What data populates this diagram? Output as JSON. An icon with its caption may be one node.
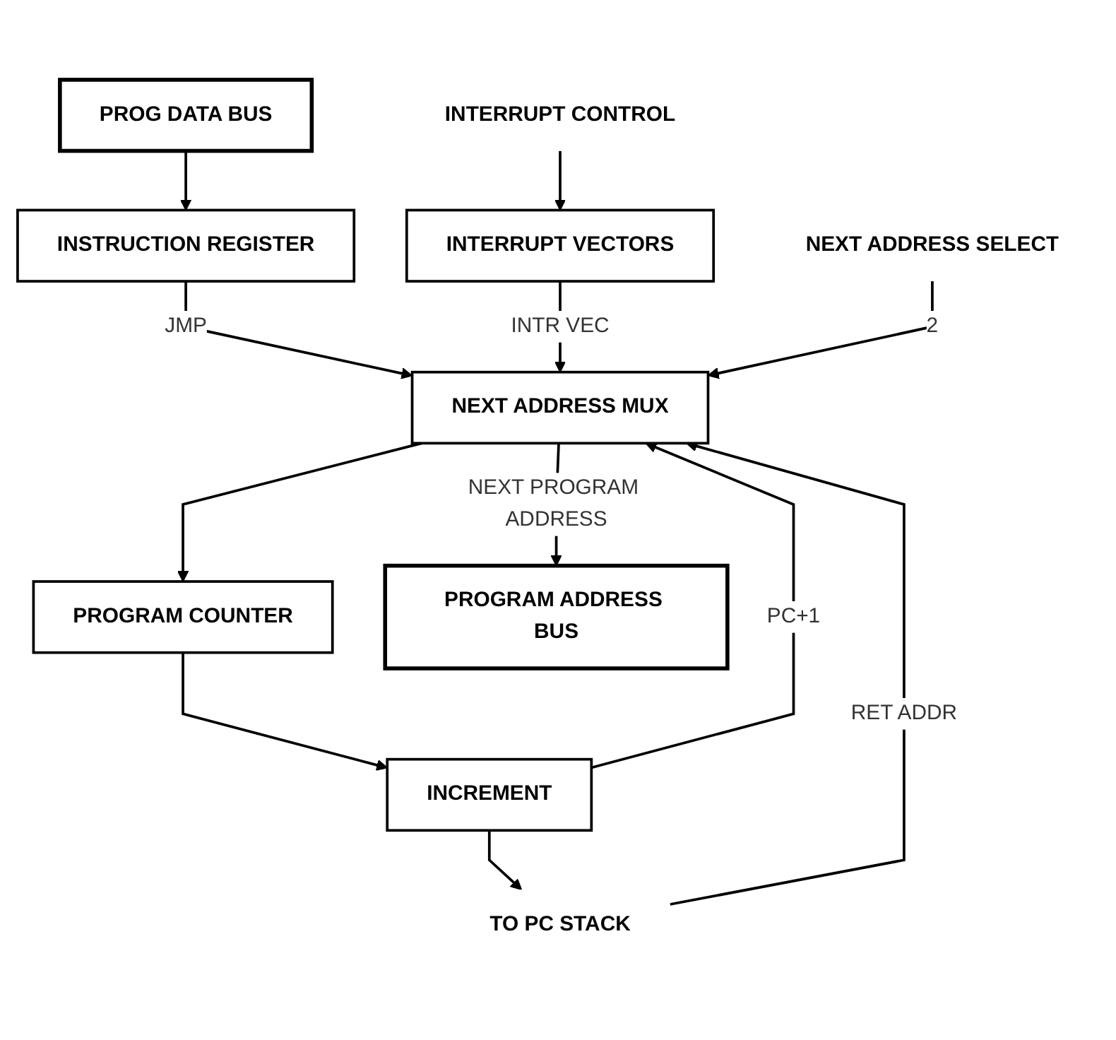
{
  "diagram": {
    "nodes": [
      {
        "text": [
          "PROG DATA BUS"
        ]
      },
      {
        "text": [
          "INSTRUCTION REGISTER"
        ]
      },
      {
        "text": [
          "PROGRAM COUNTER"
        ]
      },
      {
        "text": [
          "INCREMENT"
        ]
      },
      {
        "text": [
          "INTERRUPT CONTROL"
        ]
      },
      {
        "text": [
          "INTERRUPT VECTORS"
        ]
      },
      {
        "text": [
          "NEXT ADDRESS SELECT"
        ]
      },
      {
        "text": [
          "NEXT ADDRESS MUX"
        ]
      },
      {
        "text": [
          "TO PC STACK"
        ]
      },
      {
        "text": [
          "PROGRAM ADDRESS BUS"
        ]
      }
    ],
    "edges": [
      {
        "from": 0,
        "to": 1,
        "arrow": "to"
      },
      {
        "from": 1,
        "to": 7,
        "arrow": "to",
        "label": "JMP"
      },
      {
        "from": 2,
        "to": 3,
        "arrow": "to"
      },
      {
        "from": 3,
        "to": 7,
        "arrow": "to",
        "label": "PC+1"
      },
      {
        "from": 3,
        "to": 8,
        "arrow": "to"
      },
      {
        "from": 8,
        "to": 7,
        "arrow": "to",
        "label": "RET ADDR"
      },
      {
        "from": 4,
        "to": 5,
        "arrow": "to"
      },
      {
        "from": 5,
        "to": 7,
        "arrow": "to",
        "label": "INTR VEC"
      },
      {
        "from": 6,
        "to": 7,
        "arrow": "to",
        "label": "2"
      },
      {
        "from": 7,
        "to": 9,
        "arrow": "to",
        "label": "NEXT PROGRAM ADDRESS"
      },
      {
        "from": 7,
        "to": 2,
        "arrow": "to"
      }
    ]
  }
}
